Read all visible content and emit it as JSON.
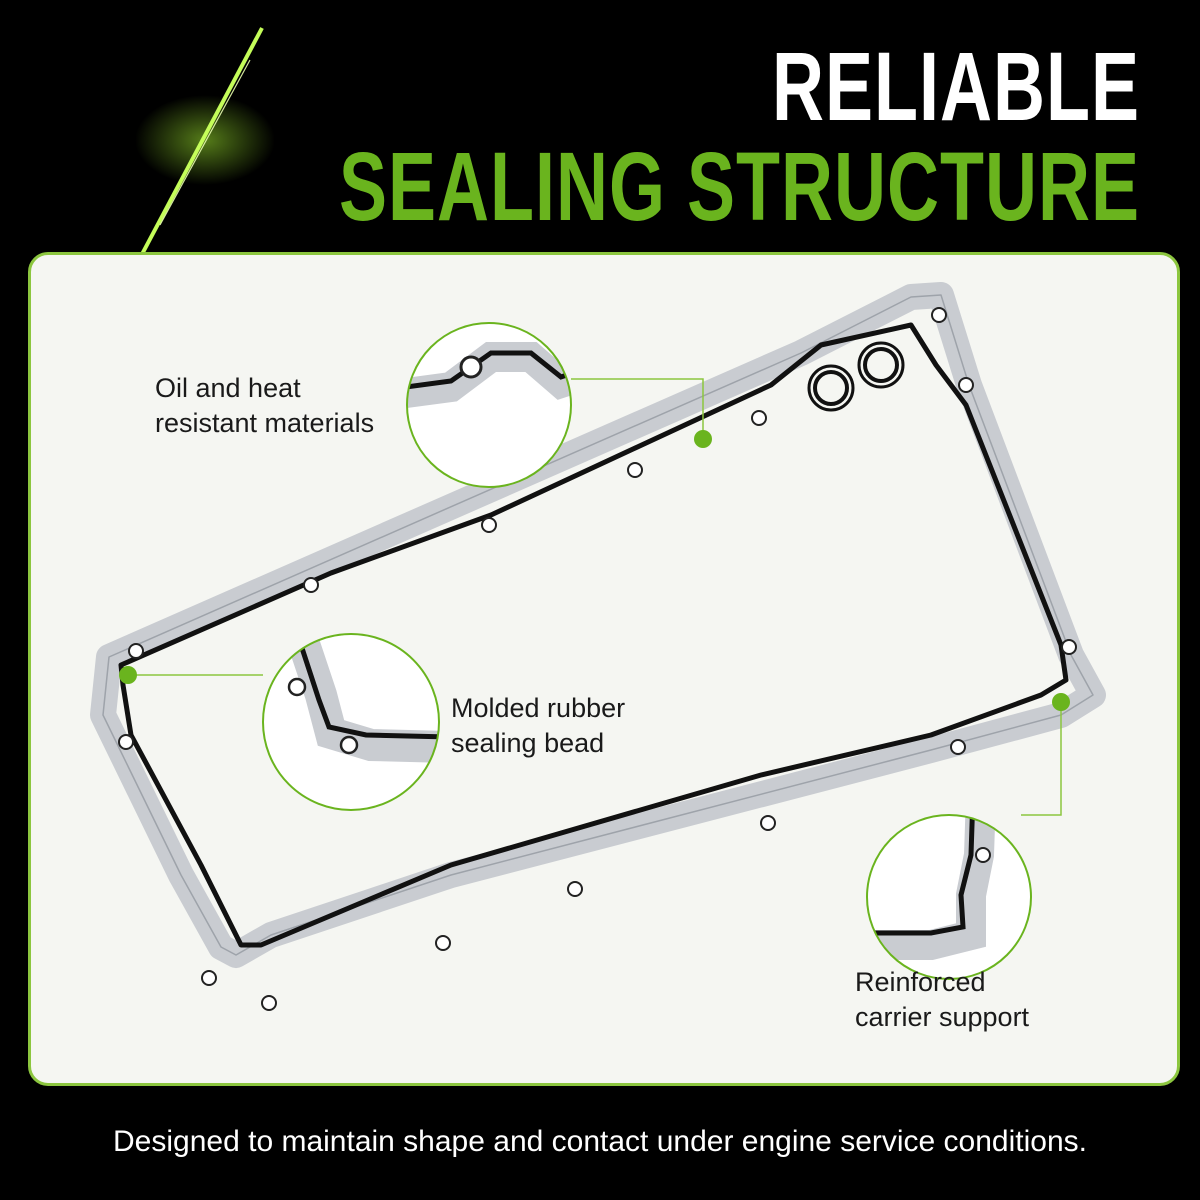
{
  "header": {
    "title_line1": "RELIABLE",
    "title_line2": "SEALING STRUCTURE"
  },
  "callouts": [
    {
      "text": "Oil and heat\nresistant materials"
    },
    {
      "text": "Molded rubber\nsealing bead"
    },
    {
      "text": "Reinforced\ncarrier support"
    }
  ],
  "footer": {
    "tagline": "Designed to maintain shape and contact under engine service conditions."
  },
  "colors": {
    "background": "#000000",
    "accent_green": "#6ab41e",
    "panel_background": "#f5f6f2",
    "gasket_bead": "#111111",
    "carrier_metal": "#c9ccd1"
  }
}
